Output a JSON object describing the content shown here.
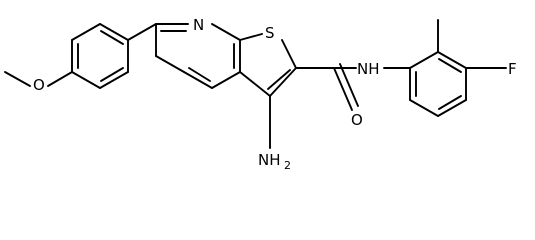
{
  "structure": {
    "atom_labels": {
      "methoxy_o": "O",
      "pyridine_n": "N",
      "thiophene_s": "S",
      "amide_nh": "NH",
      "amide_o": "O",
      "fluorine": "F",
      "amino": "NH",
      "amino_sub": "2"
    }
  }
}
